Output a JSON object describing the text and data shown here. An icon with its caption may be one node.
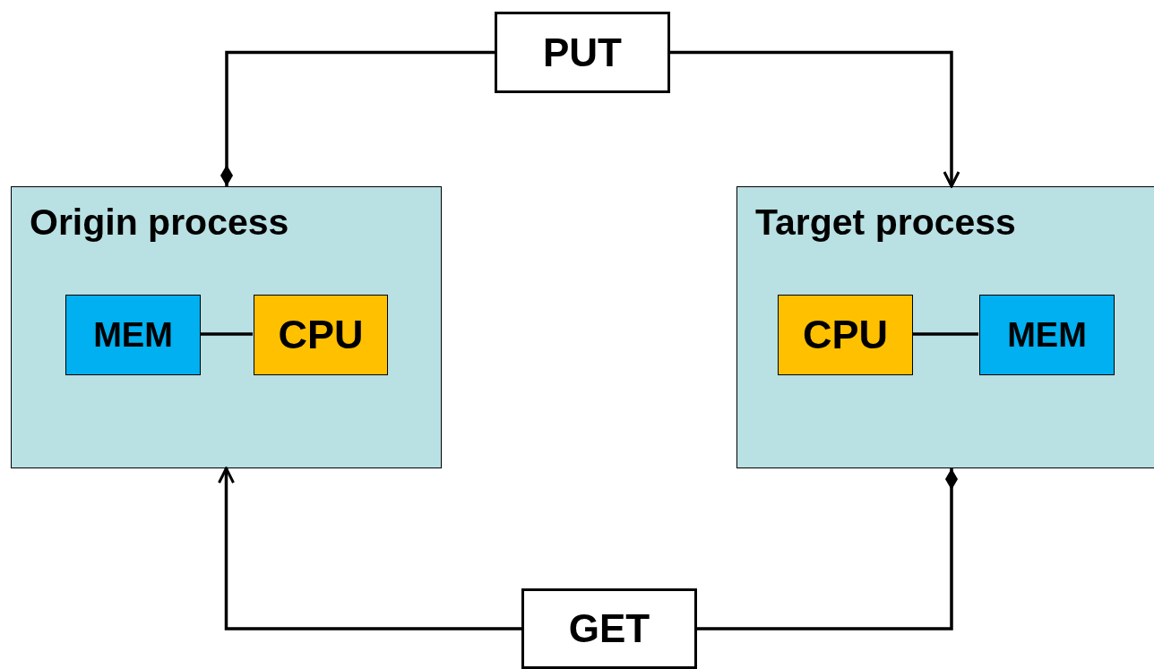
{
  "diagram": {
    "nodes": [
      {
        "text": [
          "Origin process"
        ]
      },
      {
        "text": [
          "MEM"
        ],
        "in": 0
      },
      {
        "text": [
          "CPU"
        ],
        "in": 0
      },
      {
        "text": [
          "Target process"
        ]
      },
      {
        "text": [
          "CPU"
        ],
        "in": 3
      },
      {
        "text": [
          "MEM"
        ],
        "in": 3
      },
      {
        "text": [
          "PUT"
        ]
      },
      {
        "text": [
          "GET"
        ]
      }
    ],
    "edges": [
      {
        "from": 1,
        "to": 2,
        "arrow": "none"
      },
      {
        "from": 4,
        "to": 5,
        "arrow": "none"
      },
      {
        "from": 0,
        "to": 6,
        "arrow": "other"
      },
      {
        "from": 6,
        "to": 3,
        "arrow": "to"
      },
      {
        "from": 3,
        "to": 7,
        "arrow": "other"
      },
      {
        "from": 7,
        "to": 0,
        "arrow": "to"
      }
    ]
  }
}
